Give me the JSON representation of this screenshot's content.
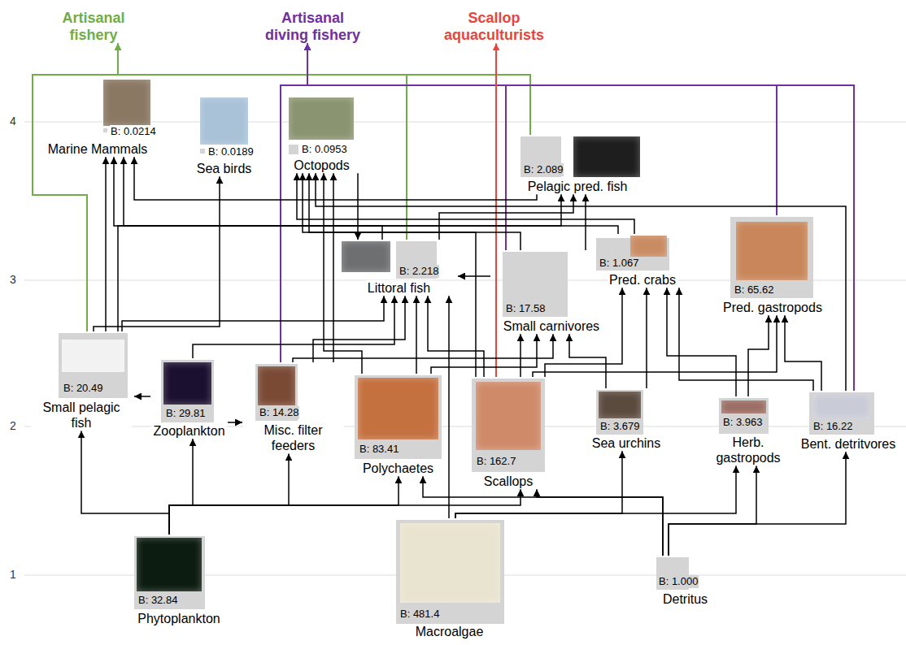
{
  "diagram": {
    "nodes": [
      {
        "text": [
          "Artisanal fishery"
        ]
      },
      {
        "text": [
          "Artisanal diving fishery"
        ]
      },
      {
        "text": [
          "Scallop aquaculturists"
        ]
      },
      {
        "text": [
          "B: 0.0214",
          "Marine Mammals"
        ]
      },
      {
        "text": [
          "B: 0.0189",
          "Sea birds"
        ]
      },
      {
        "text": [
          "B: 0.0953",
          "Octopods"
        ]
      },
      {
        "text": [
          "B: 2.089",
          "Pelagic pred. fish"
        ]
      },
      {
        "text": [
          "B: 2.218",
          "Littoral fish"
        ]
      },
      {
        "text": [
          "B: 17.58",
          "Small carnivores"
        ]
      },
      {
        "text": [
          "B: 1.067",
          "Pred. crabs"
        ]
      },
      {
        "text": [
          "B: 65.62",
          "Pred. gastropods"
        ]
      },
      {
        "text": [
          "B: 20.49",
          "Small pelagic fish"
        ]
      },
      {
        "text": [
          "B: 29.81",
          "Zooplankton"
        ]
      },
      {
        "text": [
          "B: 14.28",
          "Misc. filter feeders"
        ]
      },
      {
        "text": [
          "B: 83.41",
          "Polychaetes"
        ]
      },
      {
        "text": [
          "B: 162.7",
          "Scallops"
        ]
      },
      {
        "text": [
          "B: 3.679",
          "Sea urchins"
        ]
      },
      {
        "text": [
          "B: 3.963",
          "Herb. gastropods"
        ]
      },
      {
        "text": [
          "B: 16.22",
          "Bent. detritvores"
        ]
      },
      {
        "text": [
          "B: 32.84",
          "Phytoplankton"
        ]
      },
      {
        "text": [
          "B: 481.4",
          "Macroalgae"
        ]
      },
      {
        "text": [
          "B: 1.000",
          "Detritus"
        ]
      }
    ],
    "edges": [
      {
        "from": 11,
        "to": 0,
        "arrow": "to"
      },
      {
        "from": 7,
        "to": 0,
        "arrow": "to"
      },
      {
        "from": 6,
        "to": 0,
        "arrow": "to"
      },
      {
        "from": 13,
        "to": 1,
        "arrow": "to"
      },
      {
        "from": 8,
        "to": 1,
        "arrow": "to"
      },
      {
        "from": 10,
        "to": 1,
        "arrow": "to"
      },
      {
        "from": 18,
        "to": 1,
        "arrow": "to"
      },
      {
        "from": 15,
        "to": 2,
        "arrow": "to"
      },
      {
        "from": 19,
        "to": 11,
        "arrow": "to"
      },
      {
        "from": 19,
        "to": 12,
        "arrow": "to"
      },
      {
        "from": 19,
        "to": 13,
        "arrow": "to"
      },
      {
        "from": 19,
        "to": 14,
        "arrow": "to"
      },
      {
        "from": 19,
        "to": 15,
        "arrow": "to"
      },
      {
        "from": 20,
        "to": 16,
        "arrow": "to"
      },
      {
        "from": 20,
        "to": 17,
        "arrow": "to"
      },
      {
        "from": 20,
        "to": 7,
        "arrow": "to"
      },
      {
        "from": 21,
        "to": 18,
        "arrow": "to"
      },
      {
        "from": 21,
        "to": 17,
        "arrow": "to"
      },
      {
        "from": 21,
        "to": 15,
        "arrow": "to"
      },
      {
        "from": 21,
        "to": 14,
        "arrow": "to"
      },
      {
        "from": 12,
        "to": 11,
        "arrow": "to"
      },
      {
        "from": 12,
        "to": 13,
        "arrow": "to"
      },
      {
        "from": 12,
        "to": 7,
        "arrow": "to"
      },
      {
        "from": 11,
        "to": 3,
        "arrow": "to"
      },
      {
        "from": 11,
        "to": 4,
        "arrow": "to"
      },
      {
        "from": 11,
        "to": 7,
        "arrow": "to"
      },
      {
        "from": 11,
        "to": 6,
        "arrow": "to"
      },
      {
        "from": 7,
        "to": 3,
        "arrow": "to"
      },
      {
        "from": 6,
        "to": 3,
        "arrow": "to"
      },
      {
        "from": 9,
        "to": 3,
        "arrow": "to"
      },
      {
        "from": 5,
        "to": 7,
        "arrow": "to"
      },
      {
        "from": 13,
        "to": 5,
        "arrow": "to"
      },
      {
        "from": 14,
        "to": 5,
        "arrow": "to"
      },
      {
        "from": 15,
        "to": 5,
        "arrow": "to"
      },
      {
        "from": 8,
        "to": 5,
        "arrow": "to"
      },
      {
        "from": 9,
        "to": 5,
        "arrow": "to"
      },
      {
        "from": 18,
        "to": 5,
        "arrow": "to"
      },
      {
        "from": 14,
        "to": 7,
        "arrow": "to"
      },
      {
        "from": 13,
        "to": 7,
        "arrow": "to"
      },
      {
        "from": 15,
        "to": 7,
        "arrow": "to"
      },
      {
        "from": 8,
        "to": 7,
        "arrow": "to"
      },
      {
        "from": 16,
        "to": 8,
        "arrow": "to"
      },
      {
        "from": 15,
        "to": 8,
        "arrow": "to"
      },
      {
        "from": 14,
        "to": 8,
        "arrow": "to"
      },
      {
        "from": 13,
        "to": 8,
        "arrow": "to"
      },
      {
        "from": 17,
        "to": 10,
        "arrow": "to"
      },
      {
        "from": 18,
        "to": 10,
        "arrow": "to"
      },
      {
        "from": 15,
        "to": 10,
        "arrow": "to"
      },
      {
        "from": 17,
        "to": 9,
        "arrow": "to"
      },
      {
        "from": 16,
        "to": 9,
        "arrow": "to"
      },
      {
        "from": 18,
        "to": 9,
        "arrow": "to"
      },
      {
        "from": 15,
        "to": 9,
        "arrow": "to"
      },
      {
        "from": 7,
        "to": 6,
        "arrow": "to"
      },
      {
        "from": 8,
        "to": 6,
        "arrow": "to"
      }
    ],
    "labels": [
      "4",
      "3",
      "2",
      "1"
    ]
  }
}
